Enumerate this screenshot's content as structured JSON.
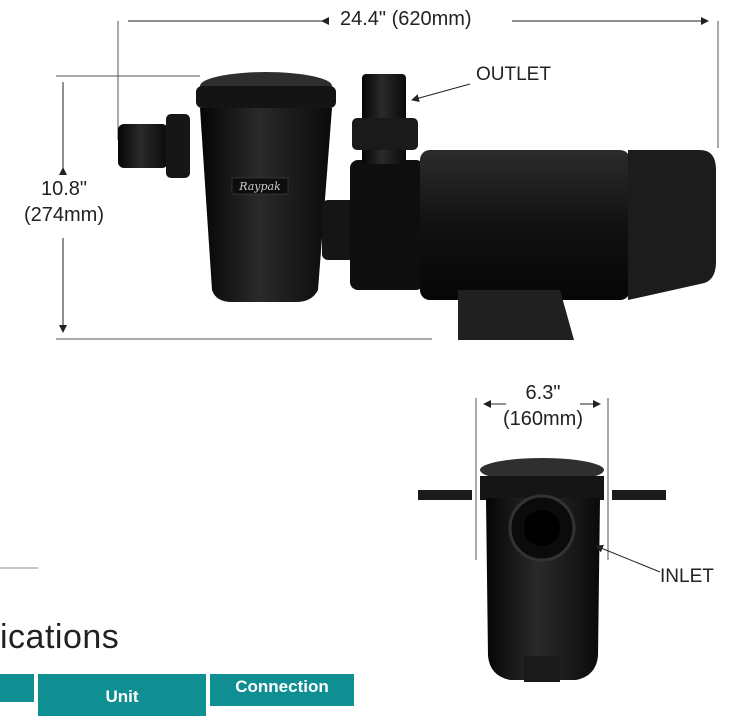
{
  "dimensions": {
    "length": "24.4\" (620mm)",
    "height_in": "10.8\"",
    "height_mm": "(274mm)",
    "width_in": "6.3\"",
    "width_mm": "(160mm)"
  },
  "callouts": {
    "outlet": "OUTLET",
    "inlet": "INLET"
  },
  "brand": "Raypak",
  "section_heading": "ications",
  "table": {
    "headers": [
      "",
      "Unit",
      "Connection"
    ]
  },
  "colors": {
    "pump_body": "#111111",
    "table_header": "#0f8f92"
  }
}
